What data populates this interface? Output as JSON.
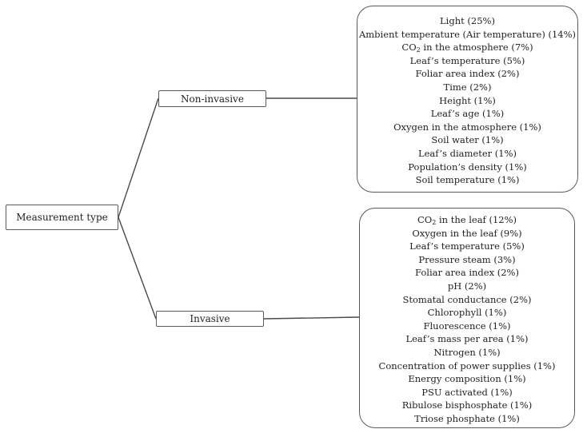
{
  "diagram": {
    "root": {
      "label": "Measurement type"
    },
    "branches": [
      {
        "label": "Non-invasive",
        "items": [
          {
            "text": "Light (25%)"
          },
          {
            "text": "Ambient temperature (Air temperature) (14%)"
          },
          {
            "pre": "CO",
            "sub": "2",
            "post": " in the atmosphere (7%)"
          },
          {
            "text": "Leaf’s temperature (5%)"
          },
          {
            "text": "Foliar area index (2%)"
          },
          {
            "text": "Time (2%)"
          },
          {
            "text": "Height (1%)"
          },
          {
            "text": "Leaf’s age (1%)"
          },
          {
            "text": "Oxygen in the atmosphere (1%)"
          },
          {
            "text": "Soil water (1%)"
          },
          {
            "text": "Leaf’s diameter (1%)"
          },
          {
            "text": "Population’s density (1%)"
          },
          {
            "text": "Soil temperature (1%)"
          }
        ]
      },
      {
        "label": "Invasive",
        "items": [
          {
            "pre": "CO",
            "sub": "2",
            "post": " in the leaf (12%)"
          },
          {
            "text": "Oxygen in the leaf (9%)"
          },
          {
            "text": "Leaf’s temperature (5%)"
          },
          {
            "text": "Pressure steam (3%)"
          },
          {
            "text": "Foliar area index (2%)"
          },
          {
            "text": "pH (2%)"
          },
          {
            "text": "Stomatal conductance (2%)"
          },
          {
            "text": "Chlorophyll (1%)"
          },
          {
            "text": "Fluorescence (1%)"
          },
          {
            "text": "Leaf’s mass per area (1%)"
          },
          {
            "text": "Nitrogen (1%)"
          },
          {
            "text": "Concentration of power supplies (1%)"
          },
          {
            "text": "Energy composition (1%)"
          },
          {
            "text": "PSU activated (1%)"
          },
          {
            "text": "Ribulose bisphosphate (1%)"
          },
          {
            "text": "Triose phosphate (1%)"
          }
        ]
      }
    ]
  }
}
